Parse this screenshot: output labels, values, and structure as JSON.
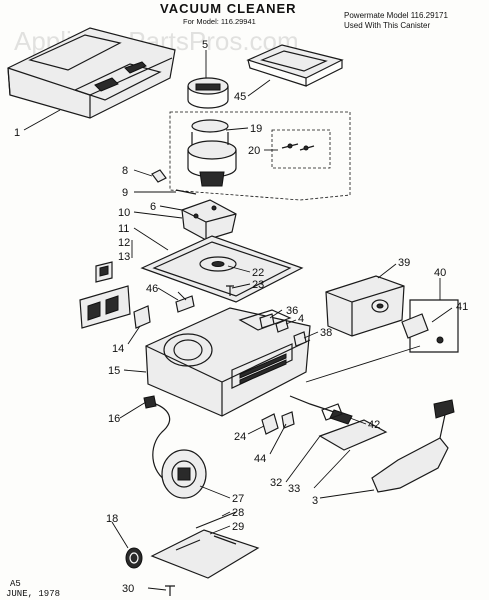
{
  "header": {
    "title": "VACUUM CLEANER",
    "model_line": "For Model: 116.29941",
    "note_line1": "Powermate Model 116.29171",
    "note_line2": "Used With This Canister"
  },
  "watermark": "AppliancePartsPros.com",
  "footer": {
    "code": "A5",
    "date": "JUNE, 1978"
  },
  "callouts": [
    "1",
    "3",
    "4",
    "5",
    "6",
    "8",
    "9",
    "10",
    "11",
    "12",
    "13",
    "14",
    "15",
    "16",
    "18",
    "19",
    "20",
    "22",
    "23",
    "24",
    "27",
    "28",
    "29",
    "30",
    "32",
    "33",
    "36",
    "38",
    "39",
    "40",
    "41",
    "42",
    "44",
    "45",
    "46"
  ]
}
